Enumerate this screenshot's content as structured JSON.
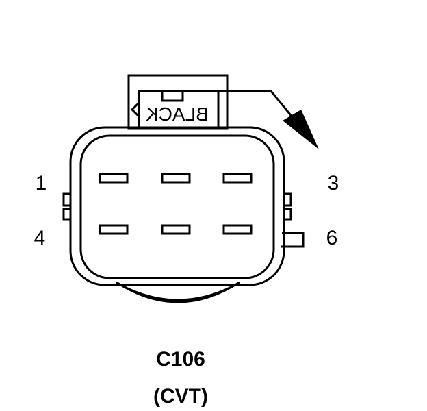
{
  "connector": {
    "id": "C106",
    "subtitle": "(CVT)",
    "color_label": "BLACK",
    "pin_labels": {
      "p1": "1",
      "p3": "3",
      "p4": "4",
      "p6": "6"
    },
    "pin_count": 6
  }
}
